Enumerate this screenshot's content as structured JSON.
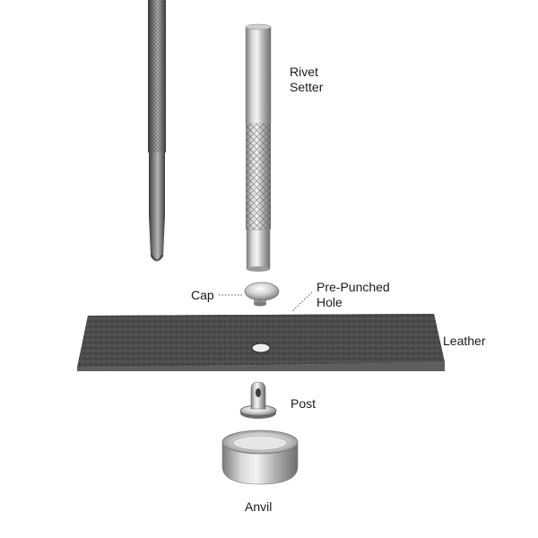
{
  "labels": {
    "rivet_setter": [
      "Rivet",
      "Setter"
    ],
    "cap": "Cap",
    "pre_punched_hole": [
      "Pre-Punched",
      "Hole"
    ],
    "leather": "Leather",
    "post": "Post",
    "anvil": "Anvil"
  },
  "colors": {
    "steel_light": "#e8e8e8",
    "steel_mid": "#b8b8b8",
    "steel_dark": "#6a6a6a",
    "leather": "#4a4a4a",
    "leader_line": "#555555"
  }
}
